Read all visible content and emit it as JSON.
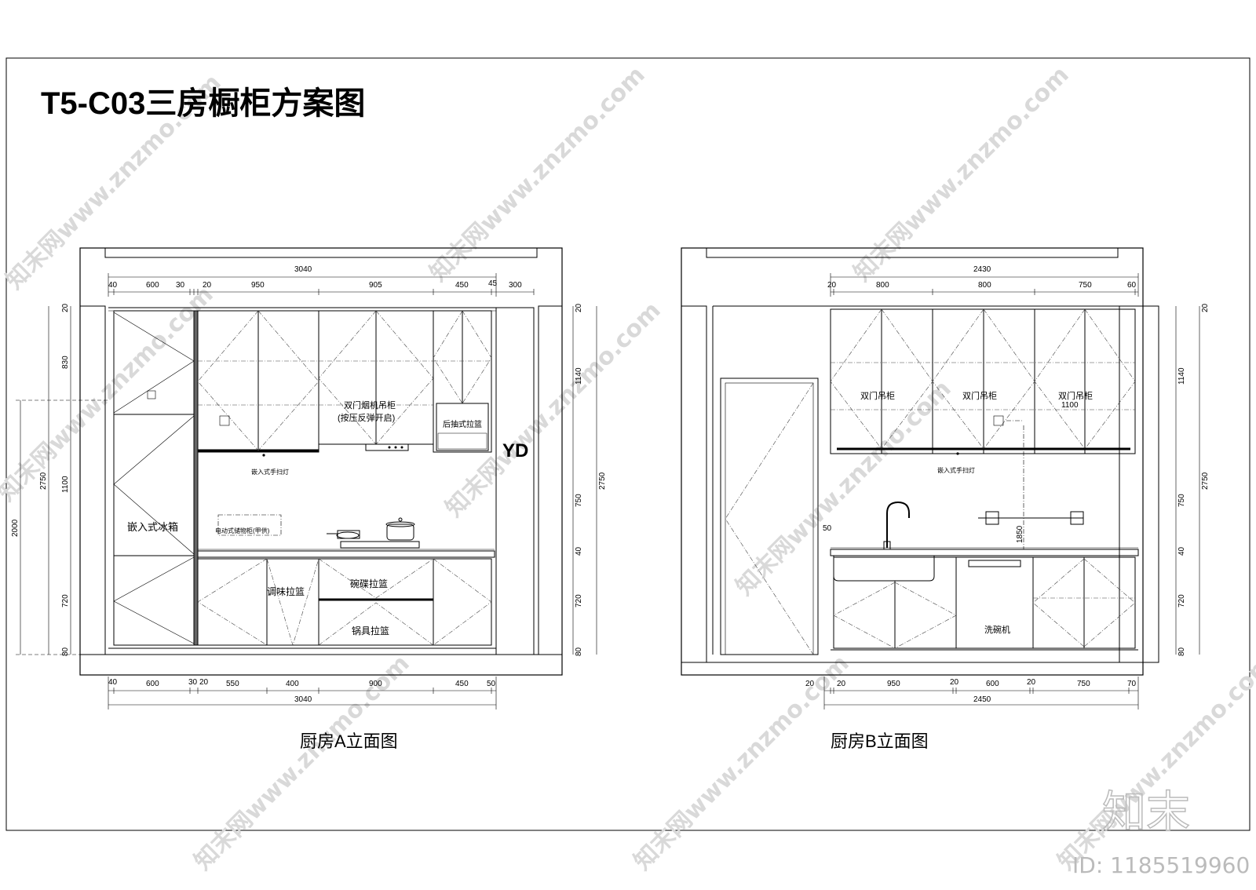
{
  "title": "T5-C03三房橱柜方案图",
  "elevation_a": {
    "caption": "厨房A立面图",
    "top_total": "3040",
    "top_segments": [
      "40",
      "600",
      "30",
      "20",
      "950",
      "905",
      "450",
      "45",
      "300"
    ],
    "bottom_total": "3040",
    "bottom_segments": [
      "40",
      "600",
      "30",
      "20",
      "550",
      "400",
      "900",
      "450",
      "50"
    ],
    "left_heights": [
      "20",
      "830",
      "2750",
      "1100",
      "2000",
      "720",
      "80"
    ],
    "right_heights": [
      "20",
      "1140",
      "2750",
      "750",
      "40",
      "720",
      "80"
    ],
    "labels": {
      "fridge": "嵌入式冰箱",
      "hood_cabinet_1": "双门烟机吊柜",
      "hood_cabinet_2": "(按压反弹开启)",
      "pull_basket": "后抽式拉篮",
      "hand_light": "嵌入式手扫灯",
      "storage": "电动式储物柜(甲供)",
      "seasoning": "调味拉篮",
      "dish": "碗碟拉篮",
      "pot": "锅具拉篮",
      "yd": "YD"
    }
  },
  "elevation_b": {
    "caption": "厨房B立面图",
    "top_total": "2430",
    "top_segments": [
      "20",
      "800",
      "800",
      "750",
      "60"
    ],
    "bottom_total": "2450",
    "bottom_segments": [
      "20",
      "20",
      "950",
      "20",
      "600",
      "20",
      "750",
      "70"
    ],
    "right_heights": [
      "20",
      "1140",
      "2750",
      "750",
      "40",
      "720",
      "80"
    ],
    "labels": {
      "cab1": "双门吊柜",
      "cab2": "双门吊柜",
      "cab3": "双门吊柜",
      "cab_dim": "1100",
      "hand_light": "嵌入式手扫灯",
      "dishwasher": "洗碗机",
      "height_1850": "1850",
      "dim_50": "50"
    }
  },
  "watermark": {
    "text": "知末网www.znzmo.com",
    "brand": "知末",
    "id": "ID: 1185519960"
  }
}
